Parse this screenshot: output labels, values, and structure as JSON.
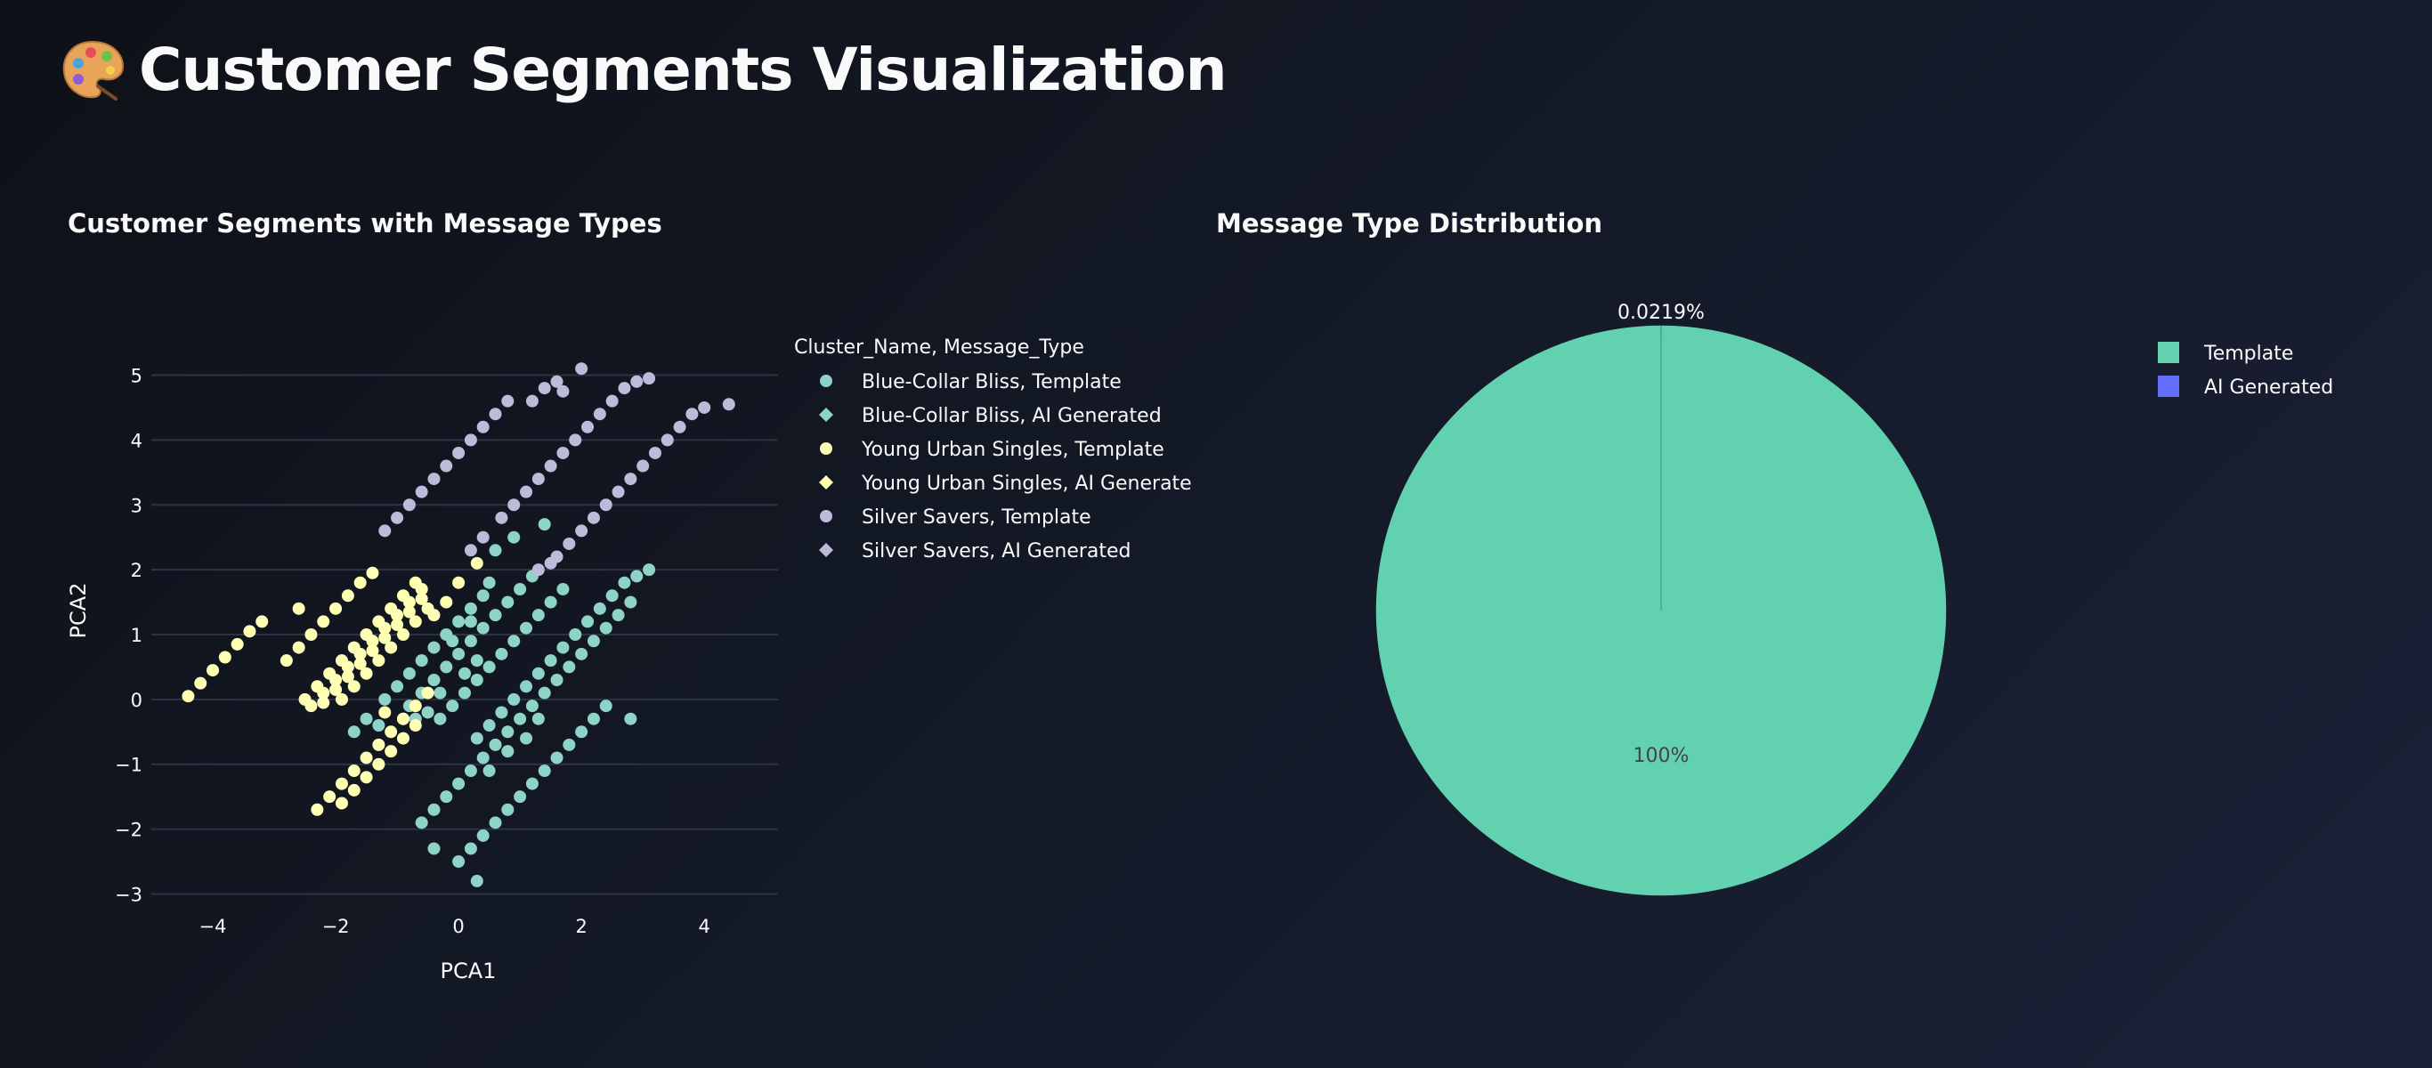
{
  "page": {
    "title": "Customer Segments Visualization",
    "title_icon": "artist-palette-icon",
    "background": "#0e1117"
  },
  "chart_data": [
    {
      "type": "scatter",
      "title": "Customer Segments with Message Types",
      "xlabel": "PCA1",
      "ylabel": "PCA2",
      "xlim": [
        -5,
        5.2
      ],
      "ylim": [
        -3.35,
        5.35
      ],
      "x_ticks": [
        -4,
        -2,
        0,
        2,
        4
      ],
      "y_ticks": [
        -3,
        -2,
        -1,
        0,
        1,
        2,
        3,
        4,
        5
      ],
      "x_tick_labels": [
        "−4",
        "−2",
        "0",
        "2",
        "4"
      ],
      "y_tick_labels": [
        "−3",
        "−2",
        "−1",
        "0",
        "1",
        "2",
        "3",
        "4",
        "5"
      ],
      "grid": "horizontal",
      "legend_title": "Cluster_Name, Message_Type",
      "legend_position": "right",
      "series": [
        {
          "name": "Blue-Collar Bliss, Template",
          "marker": "circle",
          "color": "#8dd3c7",
          "points": [
            [
              -1.7,
              -0.5
            ],
            [
              -1.3,
              -0.4
            ],
            [
              -1.5,
              -0.3
            ],
            [
              -1.2,
              0
            ],
            [
              -1,
              0.2
            ],
            [
              -0.8,
              0.4
            ],
            [
              -0.6,
              0.6
            ],
            [
              -0.4,
              0.8
            ],
            [
              -0.2,
              1
            ],
            [
              0,
              1.2
            ],
            [
              0.2,
              1.4
            ],
            [
              0.4,
              1.6
            ],
            [
              0.5,
              1.8
            ],
            [
              -0.8,
              -0.1
            ],
            [
              -0.6,
              0.1
            ],
            [
              -0.4,
              0.3
            ],
            [
              -0.2,
              0.5
            ],
            [
              0,
              0.7
            ],
            [
              0.2,
              0.9
            ],
            [
              0.4,
              1.1
            ],
            [
              0.6,
              1.3
            ],
            [
              0.8,
              1.5
            ],
            [
              1,
              1.7
            ],
            [
              1.2,
              1.9
            ],
            [
              -0.3,
              -0.3
            ],
            [
              -0.1,
              -0.1
            ],
            [
              0.1,
              0.1
            ],
            [
              0.3,
              0.3
            ],
            [
              0.5,
              0.5
            ],
            [
              0.7,
              0.7
            ],
            [
              0.9,
              0.9
            ],
            [
              1.1,
              1.1
            ],
            [
              1.3,
              1.3
            ],
            [
              1.5,
              1.5
            ],
            [
              1.7,
              1.7
            ],
            [
              -0.7,
              -0.3
            ],
            [
              -0.5,
              -0.2
            ],
            [
              -0.3,
              0.1
            ],
            [
              0.1,
              0.4
            ],
            [
              0.3,
              0.6
            ],
            [
              -0.6,
              -1.9
            ],
            [
              -0.4,
              -1.7
            ],
            [
              -0.2,
              -1.5
            ],
            [
              0,
              -1.3
            ],
            [
              0.2,
              -1.1
            ],
            [
              0.4,
              -0.9
            ],
            [
              0.6,
              -0.7
            ],
            [
              0.8,
              -0.5
            ],
            [
              1,
              -0.3
            ],
            [
              1.2,
              -0.1
            ],
            [
              1.4,
              0.1
            ],
            [
              1.6,
              0.3
            ],
            [
              1.8,
              0.5
            ],
            [
              2,
              0.7
            ],
            [
              2.2,
              0.9
            ],
            [
              2.4,
              1.1
            ],
            [
              2.6,
              1.3
            ],
            [
              2.8,
              1.5
            ],
            [
              0,
              -2.5
            ],
            [
              0.2,
              -2.3
            ],
            [
              0.4,
              -2.1
            ],
            [
              0.6,
              -1.9
            ],
            [
              0.8,
              -1.7
            ],
            [
              1,
              -1.5
            ],
            [
              1.2,
              -1.3
            ],
            [
              1.4,
              -1.1
            ],
            [
              1.6,
              -0.9
            ],
            [
              1.8,
              -0.7
            ],
            [
              2,
              -0.5
            ],
            [
              2.2,
              -0.3
            ],
            [
              2.4,
              -0.1
            ],
            [
              2.8,
              -0.3
            ],
            [
              0.3,
              -0.6
            ],
            [
              0.5,
              -0.4
            ],
            [
              0.7,
              -0.2
            ],
            [
              0.9,
              0
            ],
            [
              1.1,
              0.2
            ],
            [
              1.3,
              0.4
            ],
            [
              1.5,
              0.6
            ],
            [
              1.7,
              0.8
            ],
            [
              1.9,
              1
            ],
            [
              2.1,
              1.2
            ],
            [
              2.3,
              1.4
            ],
            [
              2.5,
              1.6
            ],
            [
              2.7,
              1.8
            ],
            [
              2.9,
              1.9
            ],
            [
              3.1,
              2
            ],
            [
              0.6,
              2.3
            ],
            [
              0.9,
              2.5
            ],
            [
              1.4,
              2.7
            ],
            [
              0.2,
              1.2
            ],
            [
              -0.1,
              0.9
            ],
            [
              0.5,
              -1.1
            ],
            [
              0.8,
              -0.8
            ],
            [
              1.1,
              -0.6
            ],
            [
              1.3,
              -0.3
            ],
            [
              -0.4,
              -2.3
            ],
            [
              0.3,
              -2.8
            ]
          ]
        },
        {
          "name": "Blue-Collar Bliss, AI Generated",
          "marker": "diamond",
          "color": "#8dd3c7",
          "points": []
        },
        {
          "name": "Young Urban Singles, Template",
          "marker": "circle",
          "color": "#ffffb3",
          "points": [
            [
              -4.4,
              0.05
            ],
            [
              -4.2,
              0.25
            ],
            [
              -4,
              0.45
            ],
            [
              -3.8,
              0.65
            ],
            [
              -3.6,
              0.85
            ],
            [
              -3.4,
              1.05
            ],
            [
              -3.2,
              1.2
            ],
            [
              -2.8,
              0.6
            ],
            [
              -2.6,
              0.8
            ],
            [
              -2.4,
              1
            ],
            [
              -2.2,
              1.2
            ],
            [
              -2,
              1.4
            ],
            [
              -1.8,
              1.6
            ],
            [
              -1.6,
              1.8
            ],
            [
              -1.4,
              1.95
            ],
            [
              -2.6,
              1.4
            ],
            [
              -2.5,
              0
            ],
            [
              -2.3,
              0.2
            ],
            [
              -2.1,
              0.4
            ],
            [
              -1.9,
              0.6
            ],
            [
              -1.7,
              0.8
            ],
            [
              -1.5,
              1
            ],
            [
              -1.3,
              1.2
            ],
            [
              -1.1,
              1.4
            ],
            [
              -0.9,
              1.6
            ],
            [
              -0.7,
              1.8
            ],
            [
              -2.4,
              -0.1
            ],
            [
              -2.2,
              0.1
            ],
            [
              -2,
              0.3
            ],
            [
              -1.8,
              0.5
            ],
            [
              -1.6,
              0.7
            ],
            [
              -1.4,
              0.9
            ],
            [
              -1.2,
              1.1
            ],
            [
              -1,
              1.3
            ],
            [
              -0.8,
              1.5
            ],
            [
              -0.6,
              1.7
            ],
            [
              -2.2,
              -0.05
            ],
            [
              -2,
              0.15
            ],
            [
              -1.8,
              0.35
            ],
            [
              -1.6,
              0.55
            ],
            [
              -1.4,
              0.75
            ],
            [
              -1.2,
              0.95
            ],
            [
              -1,
              1.15
            ],
            [
              -0.8,
              1.35
            ],
            [
              -0.6,
              1.55
            ],
            [
              -1.9,
              0
            ],
            [
              -1.7,
              0.2
            ],
            [
              -1.5,
              0.4
            ],
            [
              -1.3,
              0.6
            ],
            [
              -1.1,
              0.8
            ],
            [
              -0.9,
              1
            ],
            [
              -0.7,
              1.2
            ],
            [
              -0.5,
              1.4
            ],
            [
              -2.3,
              -1.7
            ],
            [
              -2.1,
              -1.5
            ],
            [
              -1.9,
              -1.3
            ],
            [
              -1.7,
              -1.1
            ],
            [
              -1.5,
              -0.9
            ],
            [
              -1.3,
              -0.7
            ],
            [
              -1.1,
              -0.5
            ],
            [
              -0.9,
              -0.3
            ],
            [
              -0.7,
              -0.1
            ],
            [
              -0.5,
              0.1
            ],
            [
              -1.9,
              -1.6
            ],
            [
              -1.7,
              -1.4
            ],
            [
              -1.5,
              -1.2
            ],
            [
              -1.3,
              -1
            ],
            [
              -1.1,
              -0.8
            ],
            [
              -0.9,
              -0.6
            ],
            [
              -0.7,
              -0.4
            ],
            [
              -1.2,
              -0.2
            ],
            [
              -0.9,
              -0.3
            ],
            [
              -0.2,
              1.5
            ],
            [
              0,
              1.8
            ],
            [
              0.3,
              2.1
            ],
            [
              -0.4,
              1.3
            ]
          ]
        },
        {
          "name": "Young Urban Singles, AI Generated",
          "marker": "diamond",
          "color": "#ffffb3",
          "points": []
        },
        {
          "name": "Silver Savers, Template",
          "marker": "circle",
          "color": "#bebada",
          "points": [
            [
              -1.2,
              2.6
            ],
            [
              -1,
              2.8
            ],
            [
              -0.8,
              3
            ],
            [
              -0.6,
              3.2
            ],
            [
              -0.4,
              3.4
            ],
            [
              -0.2,
              3.6
            ],
            [
              0,
              3.8
            ],
            [
              0.2,
              4
            ],
            [
              0.4,
              4.2
            ],
            [
              0.6,
              4.4
            ],
            [
              0.8,
              4.6
            ],
            [
              0.2,
              2.3
            ],
            [
              0.4,
              2.5
            ],
            [
              0.7,
              2.8
            ],
            [
              0.9,
              3
            ],
            [
              1.1,
              3.2
            ],
            [
              1.3,
              3.4
            ],
            [
              1.5,
              3.6
            ],
            [
              1.7,
              3.8
            ],
            [
              1.9,
              4
            ],
            [
              2.1,
              4.2
            ],
            [
              2.3,
              4.4
            ],
            [
              2.5,
              4.6
            ],
            [
              2.7,
              4.8
            ],
            [
              2.9,
              4.9
            ],
            [
              3.1,
              4.95
            ],
            [
              1.6,
              2.2
            ],
            [
              1.8,
              2.4
            ],
            [
              2,
              2.6
            ],
            [
              2.2,
              2.8
            ],
            [
              2.4,
              3
            ],
            [
              2.6,
              3.2
            ],
            [
              2.8,
              3.4
            ],
            [
              3,
              3.6
            ],
            [
              3.2,
              3.8
            ],
            [
              3.4,
              4
            ],
            [
              3.6,
              4.2
            ],
            [
              3.8,
              4.4
            ],
            [
              4,
              4.5
            ],
            [
              4.4,
              4.55
            ],
            [
              1.3,
              2
            ],
            [
              1.5,
              2.1
            ],
            [
              1.4,
              4.8
            ],
            [
              1.6,
              4.9
            ],
            [
              2,
              5.1
            ],
            [
              1.2,
              4.6
            ],
            [
              1.7,
              4.75
            ]
          ]
        },
        {
          "name": "Silver Savers, AI Generated",
          "marker": "diamond",
          "color": "#bebada",
          "points": []
        }
      ]
    },
    {
      "type": "pie",
      "title": "Message Type Distribution",
      "legend_position": "top-right",
      "slices": [
        {
          "label": "Template",
          "value": 99.9781,
          "label_text": "100%",
          "color": "#61d1b0"
        },
        {
          "label": "AI Generated",
          "value": 0.0219,
          "label_text": "0.0219%",
          "color": "#636efa"
        }
      ]
    }
  ]
}
